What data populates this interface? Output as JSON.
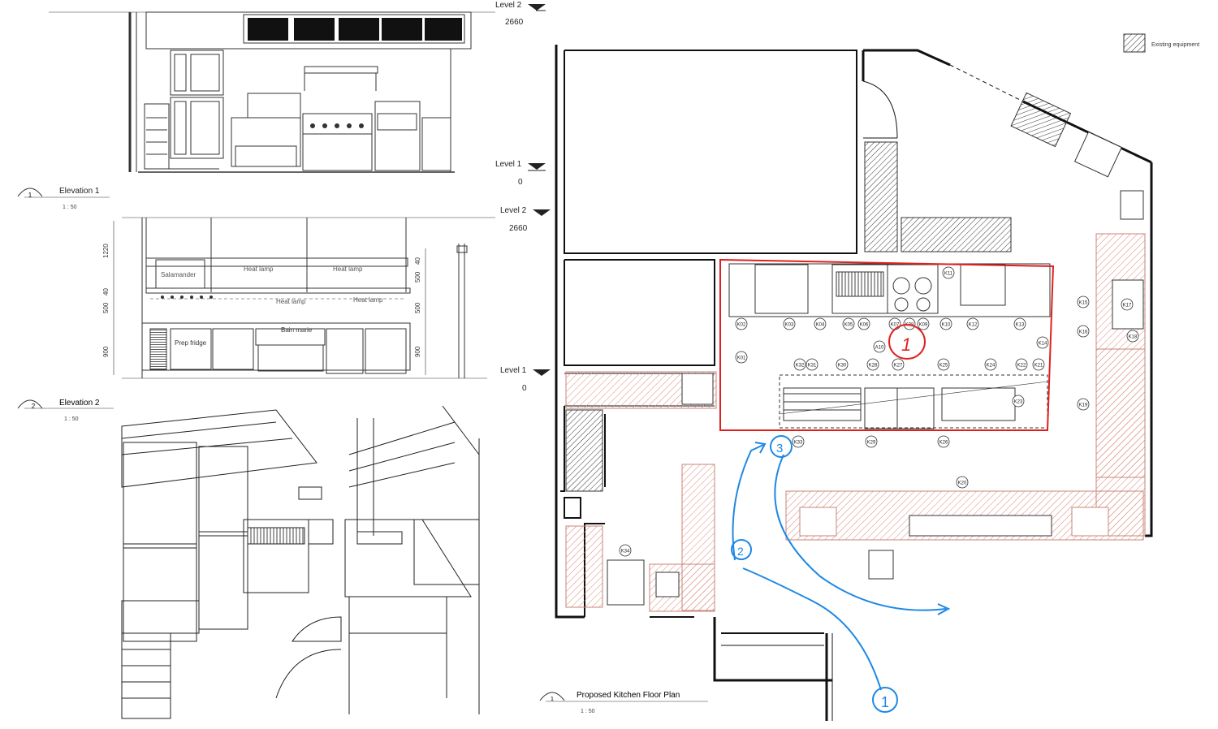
{
  "levels": {
    "level2_label": "Level 2",
    "level2_value": "2660",
    "level1_label": "Level 1",
    "level1_value": "0"
  },
  "elevation1": {
    "number": "1",
    "title": "Elevation 1",
    "scale": "1 : 50"
  },
  "elevation2": {
    "number": "2",
    "title": "Elevation 2",
    "scale": "1 : 50",
    "labels": {
      "salamander": "Salamander",
      "heat_lamp": "Heat lamp",
      "prep_fridge": "Prep fridge",
      "bain_marie": "Bain marie"
    },
    "dimensions": [
      "1220",
      "40",
      "500",
      "900",
      "40",
      "500",
      "500",
      "900"
    ]
  },
  "floor_plan": {
    "number": "1",
    "title": "Proposed Kitchen Floor Plan",
    "scale": "1 : 50",
    "legend_label": "Existing equipment",
    "tags": [
      "K01",
      "K02",
      "K03",
      "K04",
      "K05",
      "K06",
      "K07",
      "K08",
      "K09",
      "K10",
      "K11",
      "K12",
      "K13",
      "K14",
      "K15",
      "K16",
      "K17",
      "K18",
      "K19",
      "K20",
      "K21",
      "K22",
      "K23",
      "K24",
      "K25",
      "K27",
      "K28",
      "K29",
      "K30",
      "K31",
      "K32",
      "K33",
      "K34",
      "K26",
      "A10"
    ],
    "annotations": {
      "red_marker": "1",
      "blue_step_1": "1",
      "blue_step_2": "2",
      "blue_step_3": "3"
    },
    "colors": {
      "red_markup": "#e02020",
      "blue_markup": "#1e88e5",
      "hatch": "#d9867a"
    }
  }
}
